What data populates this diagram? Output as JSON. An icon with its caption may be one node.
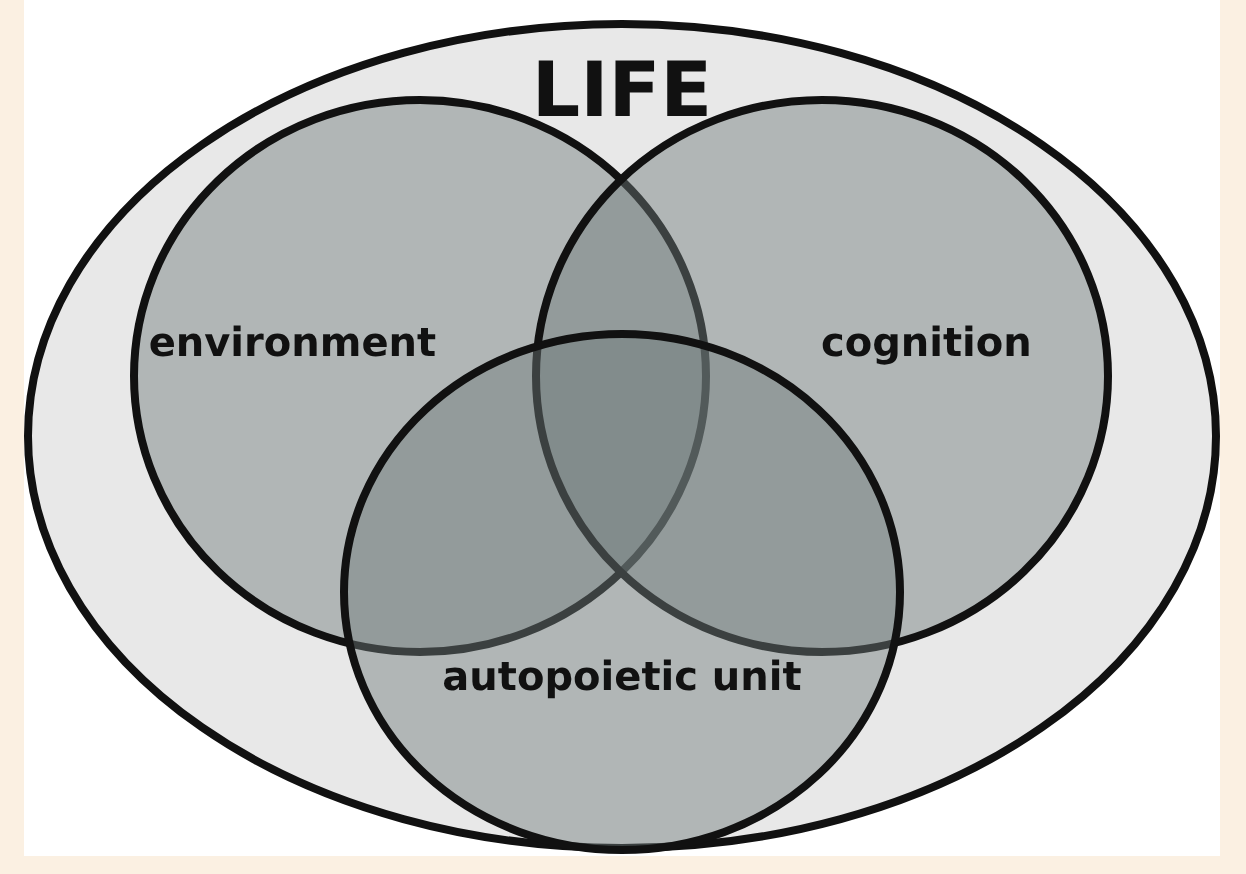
{
  "diagram": {
    "nodes": [
      {
        "text": [
          "LIFE"
        ]
      },
      {
        "text": [
          "environment"
        ],
        "in": 0
      },
      {
        "text": [
          "cognition"
        ],
        "in": 0
      },
      {
        "text": [
          "autopoietic unit"
        ],
        "in": 0
      }
    ]
  }
}
